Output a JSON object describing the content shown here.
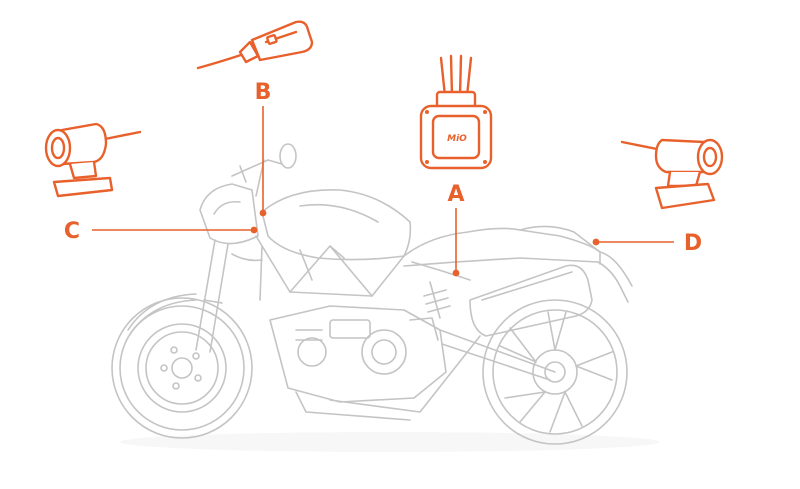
{
  "diagram": {
    "labels": {
      "a": "A",
      "b": "B",
      "c": "C",
      "d": "D"
    },
    "logo_text": "MiO",
    "colors": {
      "accent": "#e8612c",
      "bike_line": "#c4c4c4",
      "background": "#ffffff"
    }
  }
}
